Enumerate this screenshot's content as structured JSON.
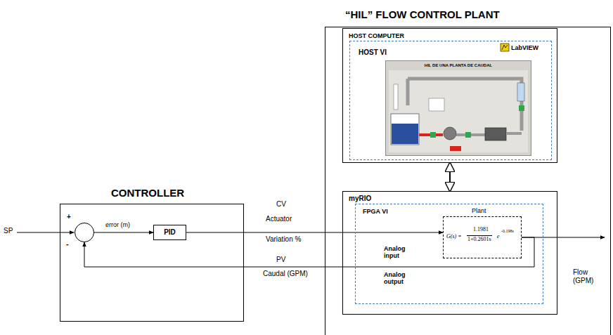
{
  "diagram": {
    "nodes": [
      {
        "text": [
          "“HIL” FLOW CONTROL PLANT"
        ]
      },
      {
        "text": [
          "HOST COMPUTER"
        ],
        "in": 0
      },
      {
        "text": [
          "HOST VI",
          "LabVIEW"
        ],
        "in": 1
      },
      {
        "text": [
          "HIL DE UNA PLANTA DE CAUDAL"
        ],
        "in": 2
      },
      {
        "text": [
          "myRIO"
        ],
        "in": 0
      },
      {
        "text": [
          "FPGA VI"
        ],
        "in": 4
      },
      {
        "text": [
          "Plant",
          "G(s) =",
          "1.1981",
          "1+0.2601s",
          "e",
          "-0.198s"
        ],
        "in": 5
      },
      {
        "text": [
          "CONTROLLER"
        ]
      },
      {
        "text": [
          "+",
          "-"
        ],
        "in": 7
      },
      {
        "text": [
          "PID"
        ],
        "in": 7
      }
    ],
    "edges": [
      {
        "from": 8,
        "to": 9,
        "arrow": "to"
      },
      {
        "from": 9,
        "to": 6,
        "arrow": "to"
      },
      {
        "from": 6,
        "to": 8,
        "arrow": "to"
      },
      {
        "from": 1,
        "to": 4,
        "arrow": "both"
      }
    ],
    "labels": [
      "SP",
      "error (m)",
      "CV",
      "Actuator",
      "Variation %",
      "PV",
      "Caudal (GPM)",
      "Analog input",
      "Analog output",
      "Flow (GPM)"
    ]
  }
}
